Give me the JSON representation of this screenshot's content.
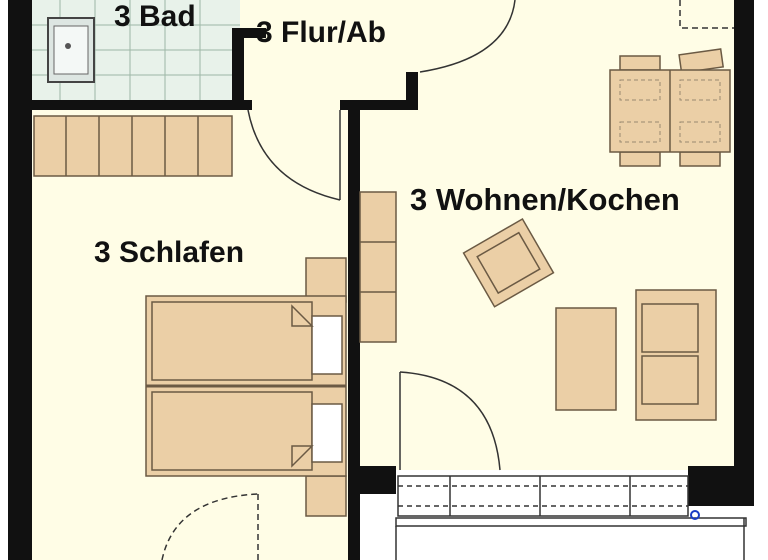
{
  "rooms": {
    "bad": "3 Bad",
    "flur": "3 Flur/Ab",
    "wohnen": "3 Wohnen/Kochen",
    "schlafen": "3 Schlafen"
  },
  "colors": {
    "floor": "#FFFDE6",
    "wall": "#111111",
    "furniture": "#EBCFA6",
    "furniture_stroke": "#6B5A44",
    "bath_tile": "#E8F2EA",
    "bath_grid": "#9DB7A6",
    "sink": "#DDE6E2",
    "balcony": "#FFFFFF"
  },
  "icons": [
    "door-swing-icon",
    "window-icon",
    "sink-icon",
    "bed-icon",
    "sofa-icon",
    "armchair-icon",
    "table-icon",
    "chair-icon"
  ]
}
